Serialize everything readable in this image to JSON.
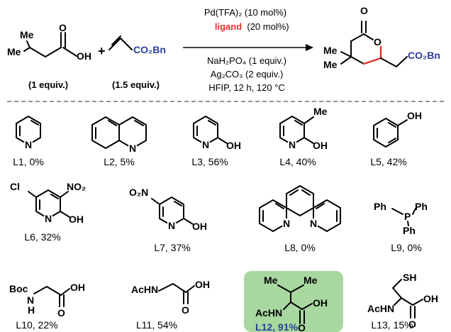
{
  "colors": {
    "red": "#e8302a",
    "blue": "#2a3f9a",
    "highlight": "#a8d8a0",
    "black": "#000000"
  },
  "reaction": {
    "acid_equiv": "(1 equiv.)",
    "acrylate_equiv": "(1.5 equiv.)",
    "plus": "+",
    "cond_1": "Pd(TFA)₂ (10 mol%)",
    "cond_ligand": "ligand",
    "cond_ligand_amt": "(20 mol%)",
    "cond_3": "NaH₂PO₄ (1 equiv.)",
    "cond_4": "Ag₂CO₃ (2 equiv.)",
    "cond_5": "HFIP, 12 h, 120 °C"
  },
  "atoms": {
    "me": "Me",
    "o": "O",
    "oh": "OH",
    "n": "N",
    "cl": "Cl",
    "no2": "NO₂",
    "o2n": "O₂N",
    "co2bn": "CO₂Bn",
    "ph": "Ph",
    "p": "P",
    "boc": "Boc",
    "h": "H",
    "achn": "AcHN",
    "sh": "SH"
  },
  "ligands": [
    {
      "id": "L1",
      "label": "L1, 0%"
    },
    {
      "id": "L2",
      "label": "L2, 5%"
    },
    {
      "id": "L3",
      "label": "L3, 56%"
    },
    {
      "id": "L4",
      "label": "L4, 40%"
    },
    {
      "id": "L5",
      "label": "L5, 42%"
    },
    {
      "id": "L6",
      "label": "L6, 32%"
    },
    {
      "id": "L7",
      "label": "L7, 37%"
    },
    {
      "id": "L8",
      "label": "L8, 0%"
    },
    {
      "id": "L9",
      "label": "L9, 0%"
    },
    {
      "id": "L10",
      "label": "L10, 22%"
    },
    {
      "id": "L11",
      "label": "L11, 54%"
    },
    {
      "id": "L12",
      "label": "L12, 91%"
    },
    {
      "id": "L13",
      "label": "L13, 15%"
    }
  ]
}
